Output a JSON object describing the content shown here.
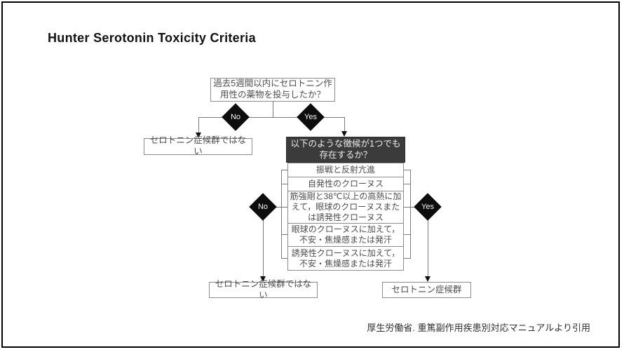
{
  "title": "Hunter Serotonin Toxicity Criteria",
  "flowchart": {
    "q1": "過去5週間以内にセロトニン作用性の薬物を投与したか？",
    "no1": "No",
    "yes1": "Yes",
    "not_serotonin_1": "セロトニン症候群ではない",
    "q2": "以下のような徴候が1つでも存在するか？",
    "symptoms": [
      "振戦と反射亢進",
      "自発性のクローヌス",
      "筋強剛と38℃以上の高熱に加えて，眼球のクローヌスまたは誘発性クローヌス",
      "眼球のクローヌスに加えて，不安・焦燥感または発汗",
      "誘発性クローヌスに加えて，不安・焦燥感または発汗"
    ],
    "no2": "No",
    "yes2": "Yes",
    "not_serotonin_2": "セロトニン症候群ではない",
    "serotonin": "セロトニン症候群"
  },
  "citation": "厚生労働省. 重篤副作用疾患別対応マニュアルより引用",
  "colors": {
    "border_frame": "#000000",
    "box_border": "#8c8c8c",
    "box_text": "#4d4d4d",
    "dark_box_bg": "#3b3b3b",
    "dark_box_text": "#ececec",
    "diamond_bg": "#0d0d0d",
    "diamond_text": "#f5f5f5",
    "connector": "#7a7a7a"
  }
}
